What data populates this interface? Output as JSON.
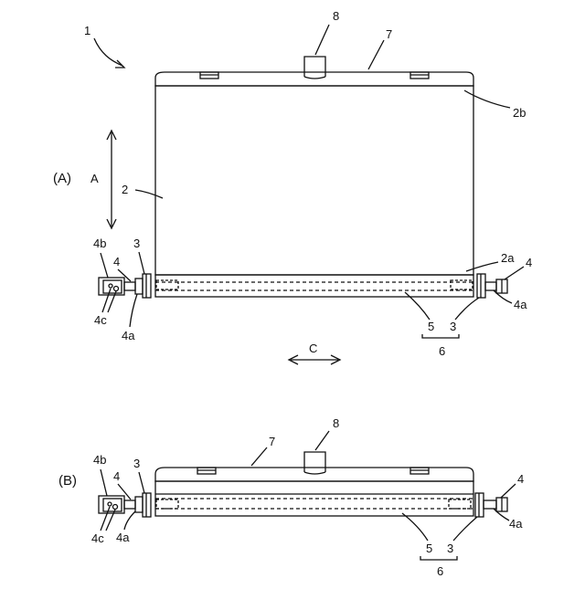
{
  "figure_a": {
    "panel_label": "(A)",
    "labels": {
      "assembly": "1",
      "sheet": "2",
      "sheet_bottom_edge": "2a",
      "sheet_top_edge": "2b",
      "end_cap": "3",
      "bracket": "4",
      "bracket_shaft": "4a",
      "bracket_plate": "4b",
      "bracket_holes": "4c",
      "roller": "5",
      "roller_unit": "6",
      "top_rail": "7",
      "grip": "8",
      "direction_a": "A",
      "direction_c": "C"
    }
  },
  "figure_b": {
    "panel_label": "(B)",
    "labels": {
      "end_cap": "3",
      "bracket": "4",
      "bracket_shaft": "4a",
      "bracket_plate": "4b",
      "bracket_holes": "4c",
      "roller": "5",
      "roller_unit": "6",
      "top_rail": "7",
      "grip": "8"
    }
  },
  "colors": {
    "line": "#111111",
    "background": "#ffffff"
  }
}
